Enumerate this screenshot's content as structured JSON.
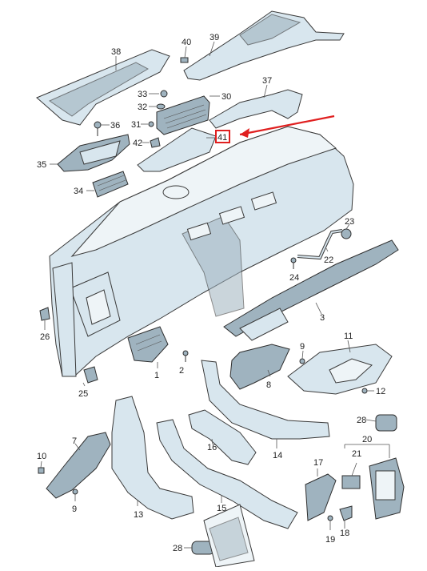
{
  "diagram": {
    "highlight_color": "#e02020",
    "part_color": "#d8e6ee",
    "labels": {
      "p38": "38",
      "p40": "40",
      "p39": "39",
      "p33": "33",
      "p30": "30",
      "p37": "37",
      "p32": "32",
      "p36": "36",
      "p31": "31",
      "p42": "42",
      "p41": "41",
      "p35": "35",
      "p34": "34",
      "p23": "23",
      "p22": "22",
      "p24": "24",
      "p3": "3",
      "p26": "26",
      "p11": "11",
      "p9a": "9",
      "p2": "2",
      "p1": "1",
      "p8": "8",
      "p25": "25",
      "p12": "12",
      "p28a": "28",
      "p7": "7",
      "p16": "16",
      "p20": "20",
      "p10": "10",
      "p14": "14",
      "p21": "21",
      "p17": "17",
      "p9b": "9",
      "p13": "13",
      "p15": "15",
      "p19": "19",
      "p18": "18",
      "p28b": "28"
    }
  }
}
